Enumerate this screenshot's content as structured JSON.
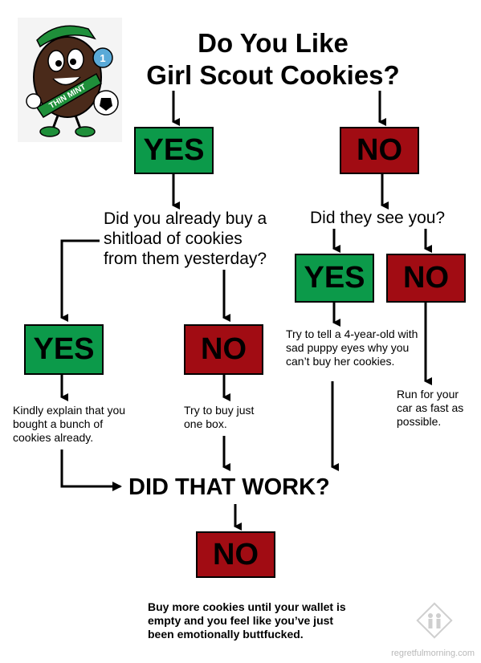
{
  "title": {
    "line1": "Do You Like",
    "line2": "Girl Scout Cookies?"
  },
  "mascot": {
    "sash_text": "THIN MINT",
    "badge_number": "1"
  },
  "boxes": {
    "top_yes": "YES",
    "top_no": "NO",
    "left_yes": "YES",
    "left_no": "NO",
    "seen_yes": "YES",
    "seen_no": "NO",
    "final_no": "NO"
  },
  "questions": {
    "already_bought": "Did you already buy a shitload of cookies from them yesterday?",
    "see_you": "Did they see you?",
    "did_that_work": "DID THAT WORK?"
  },
  "answers": {
    "explain": "Kindly explain that you bought a bunch of cookies already.",
    "buy_one": "Try to buy just one box.",
    "puppy_eyes": "Try to  tell a 4-year-old with sad puppy eyes why you can’t buy her cookies.",
    "run": "Run for your car as fast as possible.",
    "final": "Buy more cookies until your wallet is empty and you feel like you’ve just been emotionally buttfucked."
  },
  "footer": {
    "watermark": "regretfulmorning.com"
  },
  "colors": {
    "yes": "#0c9a4a",
    "no": "#a10c13"
  }
}
